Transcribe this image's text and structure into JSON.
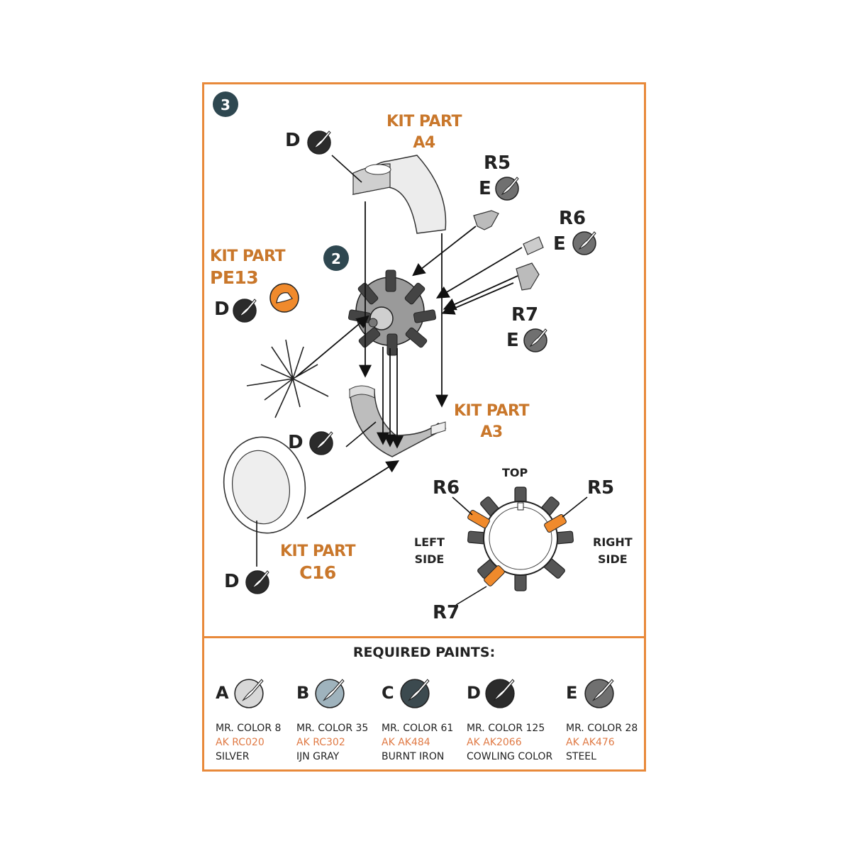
{
  "step_number": "3",
  "substep_number": "2",
  "kit_parts": {
    "a4": {
      "line1": "KIT PART",
      "line2": "A4"
    },
    "pe13": {
      "line1": "KIT PART",
      "line2": "PE13"
    },
    "a3": {
      "line1": "KIT PART",
      "line2": "A3"
    },
    "c16": {
      "line1": "KIT PART",
      "line2": "C16"
    }
  },
  "callouts": {
    "d_a4": "D",
    "d_pe13": "D",
    "d_a3": "D",
    "d_c16": "D",
    "r5": "R5",
    "e_r5": "E",
    "r6": "R6",
    "e_r6": "E",
    "r7": "R7",
    "e_r7": "E"
  },
  "engine_view": {
    "top": "TOP",
    "left_side": "LEFT\nSIDE",
    "right_side": "RIGHT\nSIDE",
    "r5": "R5",
    "r6": "R6",
    "r7": "R7"
  },
  "required_paints": {
    "title": "REQUIRED  PAINTS:",
    "paints": [
      {
        "letter": "A",
        "mr": "MR. COLOR 8",
        "ak": "AK RC020",
        "name": "SILVER",
        "color": "#d8d8d8"
      },
      {
        "letter": "B",
        "mr": "MR. COLOR 35",
        "ak": "AK RC302",
        "name": "IJN GRAY",
        "color": "#9fb3bd"
      },
      {
        "letter": "C",
        "mr": "MR. COLOR 61",
        "ak": "AK AK484",
        "name": "BURNT IRON",
        "color": "#3c4a4f"
      },
      {
        "letter": "D",
        "mr": "MR. COLOR 125",
        "ak": "AK AK2066",
        "name": "COWLING COLOR",
        "color": "#2b2b2b"
      },
      {
        "letter": "E",
        "mr": "MR. COLOR 28",
        "ak": "AK AK476",
        "name": "STEEL",
        "color": "#707070"
      }
    ]
  },
  "colors": {
    "accent": "#e8893a",
    "kit_label": "#c9772b",
    "orange_part": "#f08a2c"
  }
}
